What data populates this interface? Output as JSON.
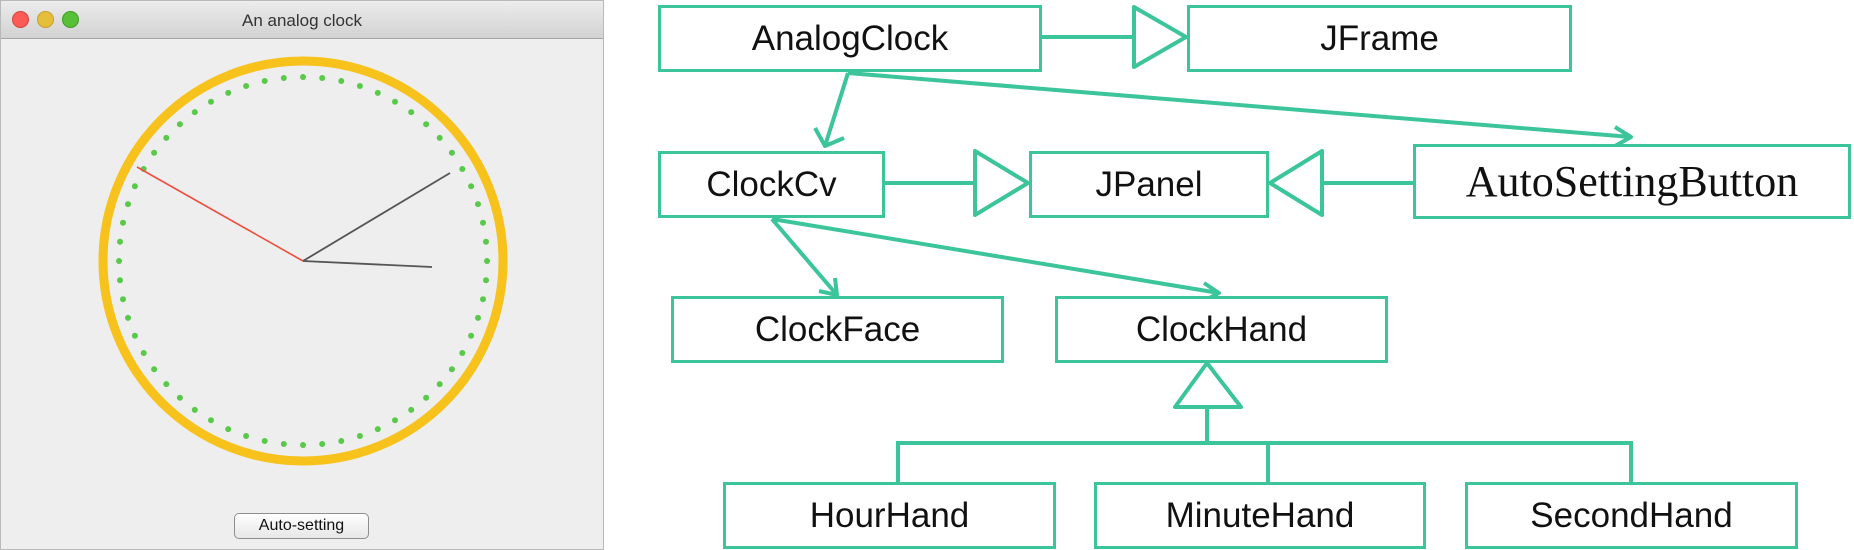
{
  "window": {
    "title": "An analog clock",
    "button_label": "Auto-setting"
  },
  "diagram": {
    "classes": {
      "analog_clock": "AnalogClock",
      "jframe": "JFrame",
      "clock_cv": "ClockCv",
      "jpanel": "JPanel",
      "auto_setting_button": "AutoSettingButton",
      "clock_face": "ClockFace",
      "clock_hand": "ClockHand",
      "hour_hand": "HourHand",
      "minute_hand": "MinuteHand",
      "second_hand": "SecondHand"
    },
    "relations": [
      {
        "from": "AnalogClock",
        "to": "JFrame",
        "kind": "inheritance"
      },
      {
        "from": "AnalogClock",
        "to": "ClockCv",
        "kind": "association"
      },
      {
        "from": "AnalogClock",
        "to": "AutoSettingButton",
        "kind": "association"
      },
      {
        "from": "ClockCv",
        "to": "JPanel",
        "kind": "inheritance"
      },
      {
        "from": "AutoSettingButton",
        "to": "JPanel",
        "kind": "inheritance"
      },
      {
        "from": "ClockCv",
        "to": "ClockFace",
        "kind": "association"
      },
      {
        "from": "ClockCv",
        "to": "ClockHand",
        "kind": "association"
      },
      {
        "from": "HourHand",
        "to": "ClockHand",
        "kind": "inheritance"
      },
      {
        "from": "MinuteHand",
        "to": "ClockHand",
        "kind": "inheritance"
      },
      {
        "from": "SecondHand",
        "to": "ClockHand",
        "kind": "inheritance"
      }
    ]
  },
  "colors": {
    "uml_line": "#3cc49a",
    "clock_ring": "#f6c21b",
    "tick_dots": "#59c94a",
    "hour_minute_hands": "#555555",
    "second_hand": "#ef4e3c"
  }
}
